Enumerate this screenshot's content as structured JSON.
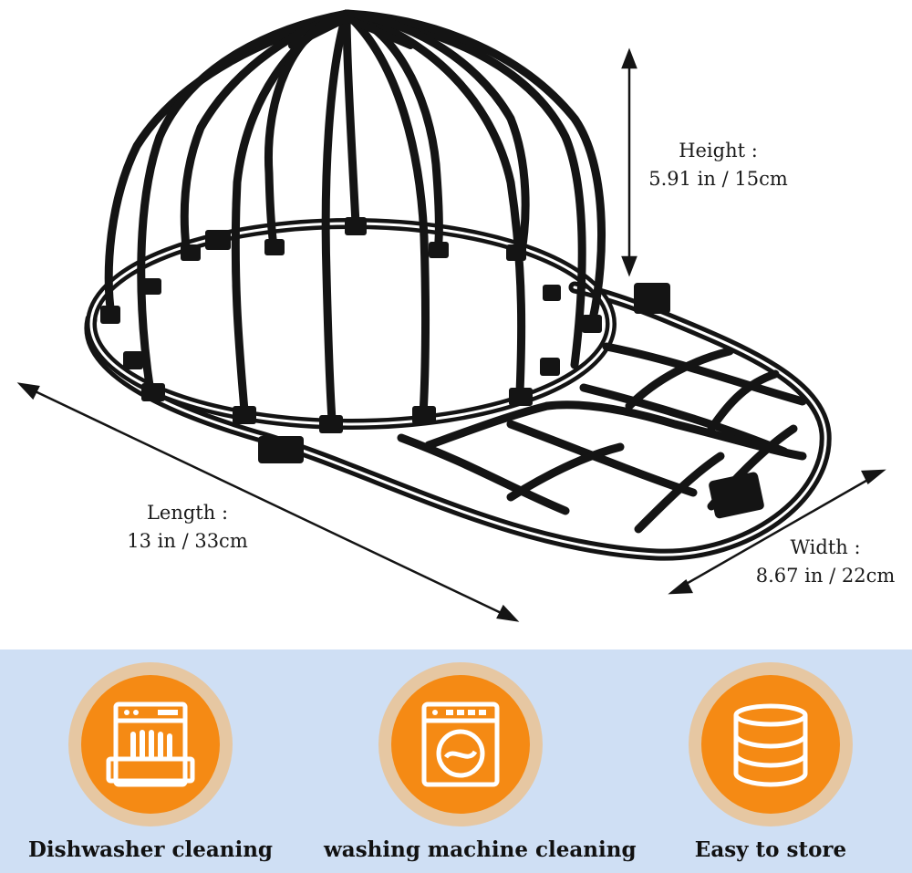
{
  "dimensions": {
    "height": {
      "label": "Height :",
      "value": "5.91 in / 15cm"
    },
    "length": {
      "label": "Length :",
      "value": "13 in / 33cm"
    },
    "width": {
      "label": "Width :",
      "value": "8.67 in / 22cm"
    }
  },
  "features": [
    {
      "label": "Dishwasher cleaning",
      "icon": "dishwasher-icon"
    },
    {
      "label": "washing machine cleaning",
      "icon": "washing-machine-icon"
    },
    {
      "label": "Easy to store",
      "icon": "storage-stack-icon"
    }
  ],
  "colors": {
    "badge_outer": "#e6c7a2",
    "badge_inner": "#f58a14",
    "panel": "#cfdff4",
    "product": "#141414"
  }
}
